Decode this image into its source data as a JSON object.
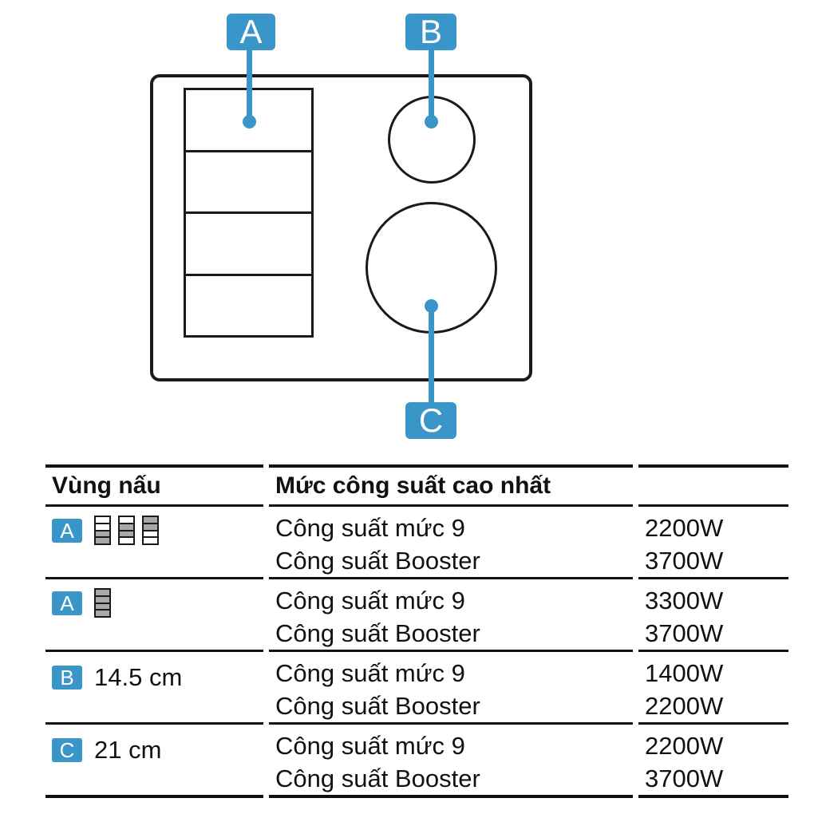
{
  "colors": {
    "accent_blue": "#3A96C8",
    "stroke_black": "#1a1a1a",
    "band_gray": "#a9a9a9"
  },
  "diagram": {
    "callouts": [
      {
        "letter": "A"
      },
      {
        "letter": "B"
      },
      {
        "letter": "C"
      }
    ]
  },
  "table": {
    "header": {
      "zone": "Vùng nấu",
      "power": "Mức công suất cao nhất"
    },
    "rows": [
      {
        "zone": "A",
        "size": "",
        "icons": [
          [
            "w",
            "w",
            "g",
            "g"
          ],
          [
            "w",
            "g",
            "g",
            "w"
          ],
          [
            "g",
            "g",
            "w",
            "w"
          ]
        ],
        "label1": "Công suất mức 9",
        "label2": "Công suất Booster",
        "value1": "2200W",
        "value2": "3700W"
      },
      {
        "zone": "A",
        "size": "",
        "icons": [
          [
            "g",
            "g",
            "g",
            "g"
          ]
        ],
        "label1": "Công suất mức 9",
        "label2": "Công suất Booster",
        "value1": "3300W",
        "value2": "3700W"
      },
      {
        "zone": "B",
        "size": "14.5 cm",
        "icons": [],
        "label1": "Công suất mức 9",
        "label2": "Công suất Booster",
        "value1": "1400W",
        "value2": "2200W"
      },
      {
        "zone": "C",
        "size": "21 cm",
        "icons": [],
        "label1": "Công suất mức 9",
        "label2": "Công suất Booster",
        "value1": "2200W",
        "value2": "3700W"
      }
    ]
  }
}
